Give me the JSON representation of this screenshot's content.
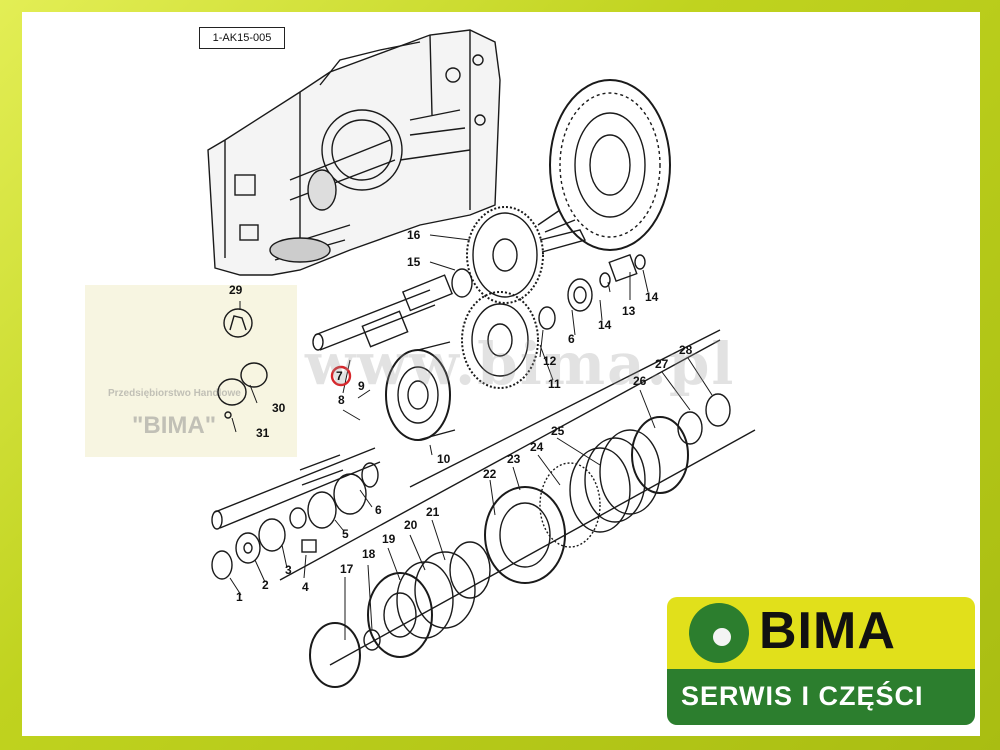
{
  "diagram": {
    "reference_code": "1-AK15-005",
    "part_numbers": [
      "1",
      "2",
      "3",
      "4",
      "5",
      "6",
      "7",
      "8",
      "9",
      "10",
      "11",
      "12",
      "13",
      "14",
      "15",
      "16",
      "17",
      "18",
      "19",
      "20",
      "21",
      "22",
      "23",
      "24",
      "25",
      "26",
      "27",
      "28",
      "29",
      "30",
      "31"
    ],
    "duplicate_labels": {
      "six_b": "6",
      "fourteen_b": "14"
    },
    "highlighted_part": "7"
  },
  "watermark": {
    "url": "www.bima.pl",
    "company": "Przedsiębiorstwo Handlowe",
    "name": "\"BIMA\""
  },
  "logo": {
    "name": "BIMA",
    "tagline": "SERWIS I CZĘŚCI",
    "colors": {
      "yellow": "#e1e01b",
      "green": "#2c7e2e"
    }
  },
  "colors": {
    "frame": "#b8cc1a",
    "highlight": "#d7262b"
  }
}
